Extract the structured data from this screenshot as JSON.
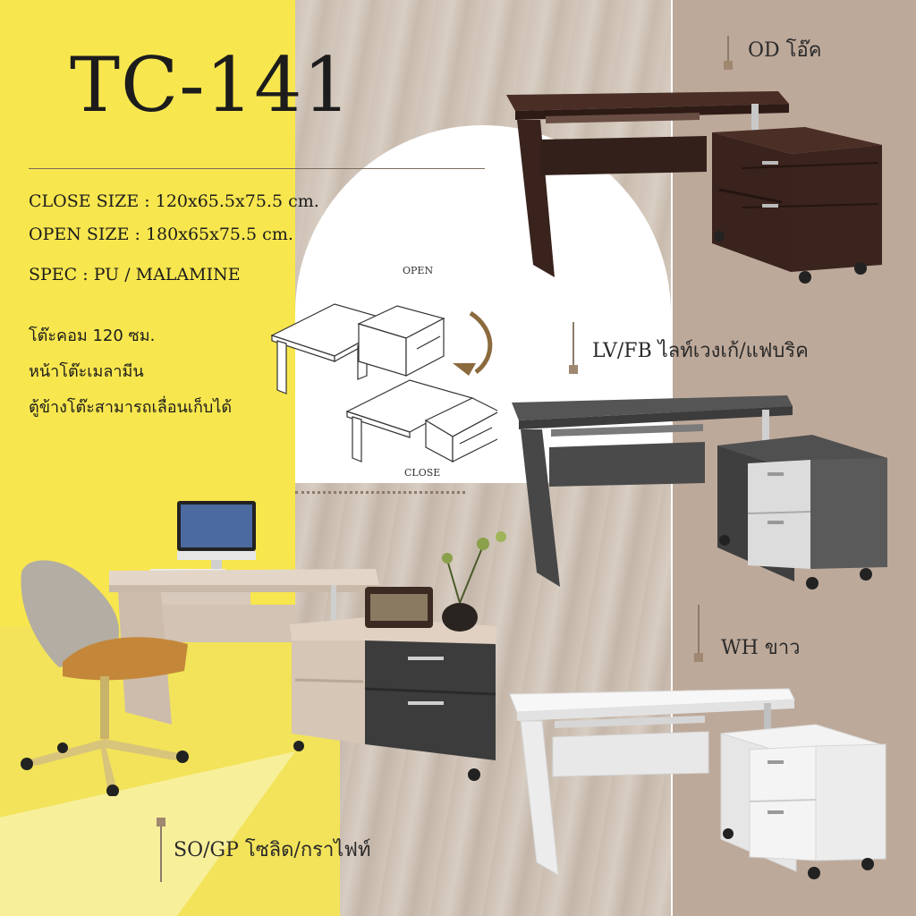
{
  "model": "TC-141",
  "specs": {
    "close_size": "CLOSE SIZE : 120x65.5x75.5 cm.",
    "open_size": "OPEN SIZE : 180x65x75.5 cm.",
    "spec": "SPEC : PU / MALAMINE"
  },
  "features": [
    "โต๊ะคอม 120 ซม.",
    "หน้าโต๊ะเมลามีน",
    "ตู้ข้างโต๊ะสามารถเลื่อนเก็บได้"
  ],
  "diagram": {
    "open_label": "OPEN",
    "close_label": "CLOSE"
  },
  "variants": [
    {
      "code": "OD โอ๊ค",
      "top_color": "#3e2620",
      "body_color": "#3a231d",
      "drawer_color": "#3a231d"
    },
    {
      "code": "LV/FB  ไลท์เวงเก้/แฟบริค",
      "top_color": "#4a4a4a",
      "body_color": "#3f3f3f",
      "drawer_color": "#d9d9d9"
    },
    {
      "code": "WH  ขาว",
      "top_color": "#f4f4f4",
      "body_color": "#ececec",
      "drawer_color": "#f0f0f0"
    },
    {
      "code": "SO/GP  โซลิด/กราไฟท์",
      "top_color": "#e2d4c6",
      "body_color": "#d8c9ba",
      "drawer_color": "#3b3b3b"
    }
  ]
}
